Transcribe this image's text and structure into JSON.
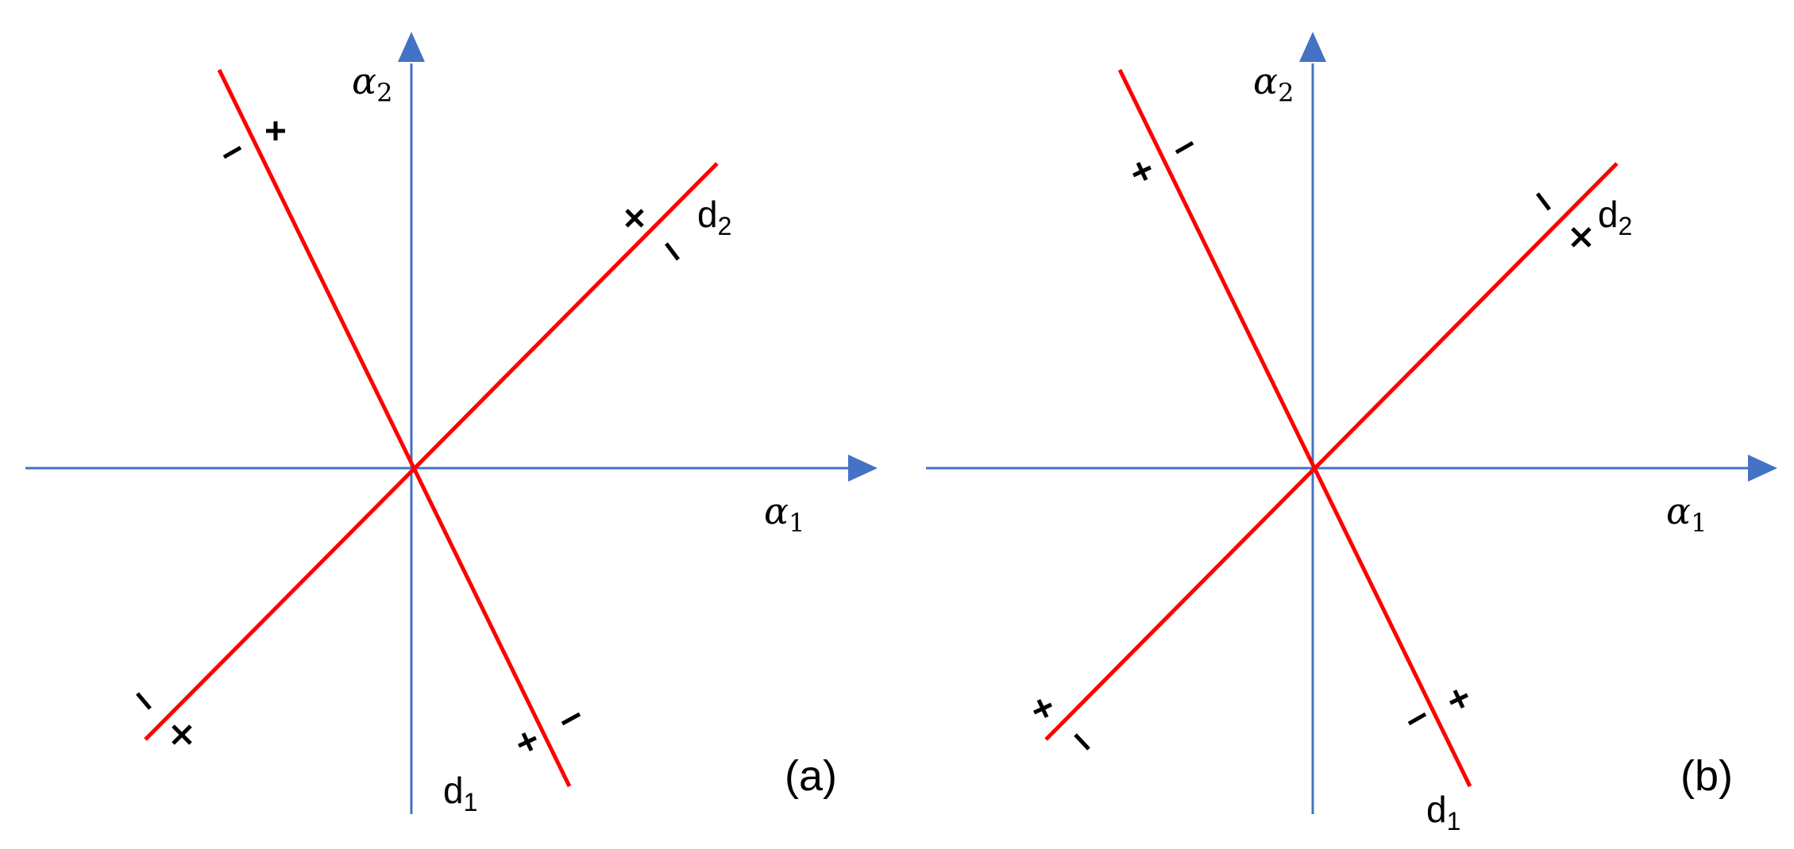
{
  "colors": {
    "axis": "#4472C4",
    "line": "#FF0000",
    "text": "#000000"
  },
  "panels": [
    {
      "id": "a",
      "panel_label": "(a)",
      "x_axis_label": "α",
      "x_axis_sub": "1",
      "y_axis_label": "α",
      "y_axis_sub": "2",
      "d1_label": "d",
      "d1_sub": "1",
      "d2_label": "d",
      "d2_sub": "2",
      "sign_marks": [
        "+",
        "−",
        "+",
        "−",
        "+",
        "−",
        "+",
        "−"
      ]
    },
    {
      "id": "b",
      "panel_label": "(b)",
      "x_axis_label": "α",
      "x_axis_sub": "1",
      "y_axis_label": "α",
      "y_axis_sub": "2",
      "d1_label": "d",
      "d1_sub": "1",
      "d2_label": "d",
      "d2_sub": "2",
      "sign_marks": [
        "+",
        "−",
        "+",
        "−",
        "+",
        "−",
        "+",
        "−"
      ]
    }
  ]
}
